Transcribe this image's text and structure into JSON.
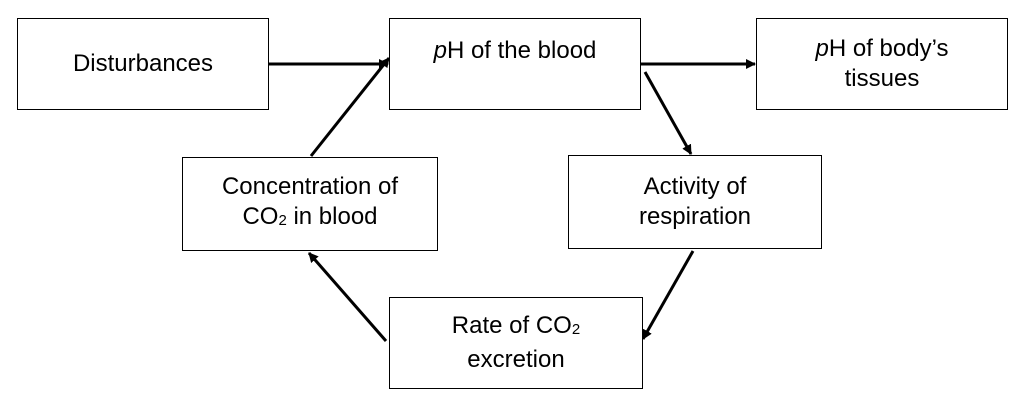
{
  "nodes": {
    "disturbances": {
      "text": "Disturbances"
    },
    "blood_ph": {
      "italic": "p",
      "rest": "H of the blood"
    },
    "tissue_ph": {
      "italic": "p",
      "line1_rest": "H of body’s",
      "line2": "tissues"
    },
    "co2_conc": {
      "line1": "Concentration of",
      "line2_pre": "CO",
      "line2_sub": "2",
      "line2_post": " in blood"
    },
    "respiration": {
      "line1": "Activity of",
      "line2": "respiration"
    },
    "co2_rate": {
      "line1_pre": "Rate of CO",
      "line1_sub": "2",
      "line2": "excretion"
    }
  },
  "colors": {
    "stroke": "#000000",
    "background": "#ffffff"
  }
}
